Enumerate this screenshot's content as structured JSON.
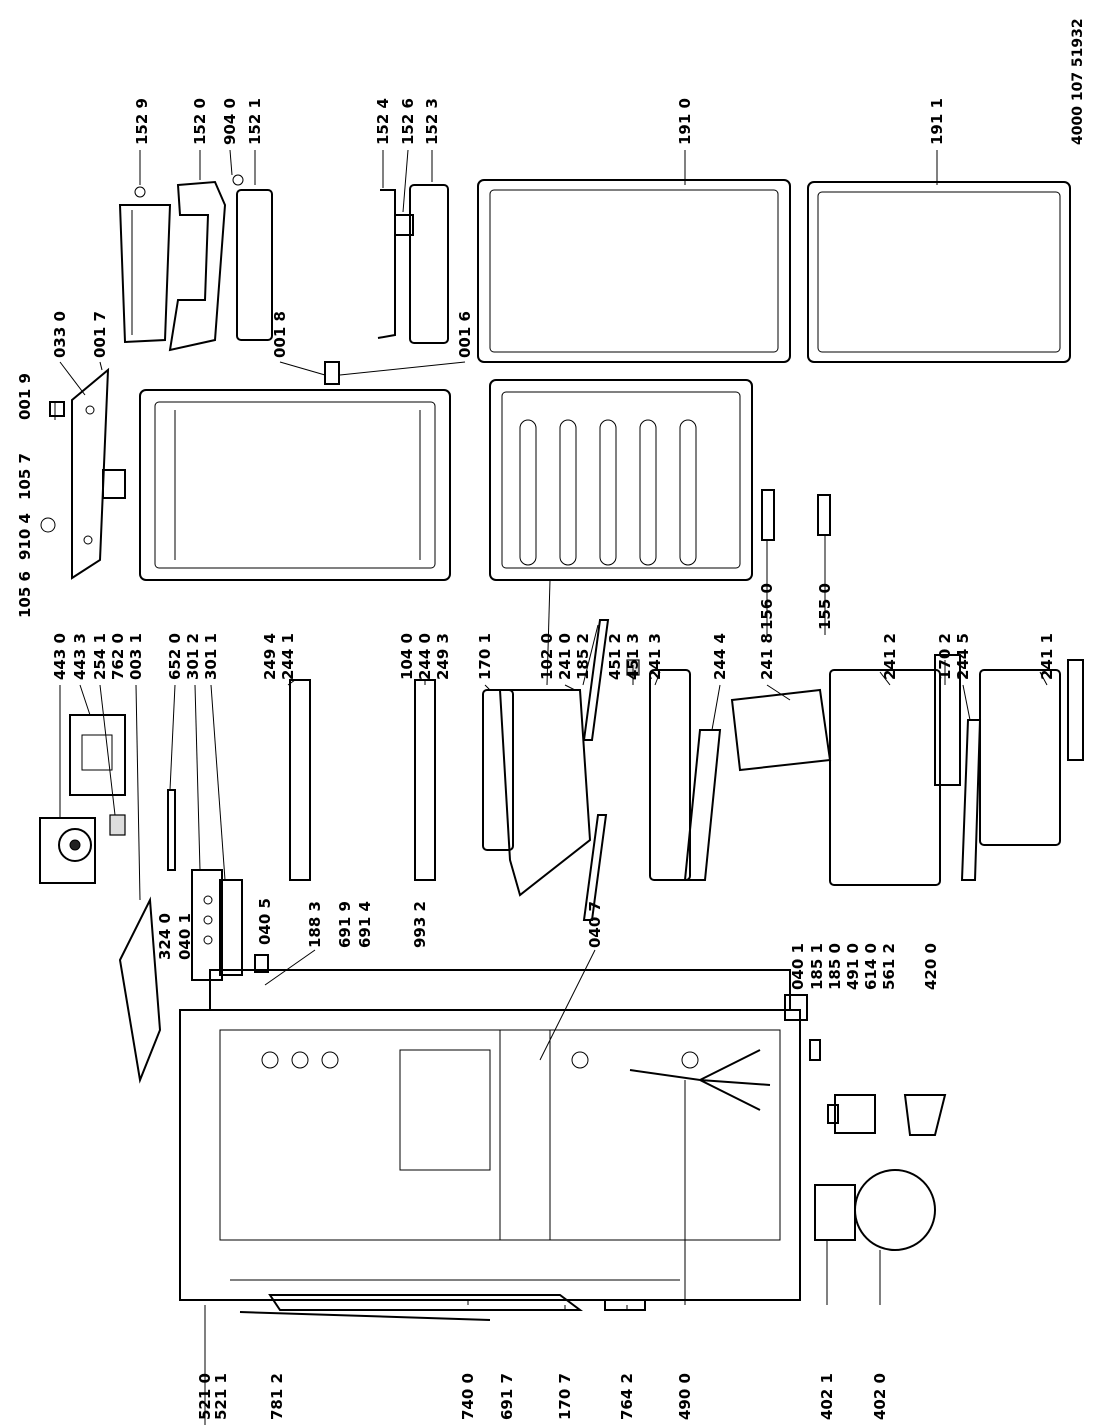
{
  "reference": "4000 107 51932",
  "labels": {
    "l1529": "152 9",
    "l1520": "152 0",
    "l9040": "904 0",
    "l1521": "152 1",
    "l1524": "152 4",
    "l1526": "152 6",
    "l1523": "152 3",
    "l1910": "191 0",
    "l1911": "191 1",
    "l0330": "033 0",
    "l0017": "001 7",
    "l0019": "001 9",
    "l1057": "105 7",
    "l9104": "910 4",
    "l1056": "105 6",
    "l0018": "001 8",
    "l0016": "001 6",
    "l4430": "443 0",
    "l4433": "443 3",
    "l2541": "254 1",
    "l7620": "762 0",
    "l0031": "003 1",
    "l6520": "652 0",
    "l3012": "301 2",
    "l3011": "301 1",
    "l2494": "249 4",
    "l2441": "244 1",
    "l1040": "104 0",
    "l2440": "244 0",
    "l2493": "249 3",
    "l1701": "170 1",
    "l1020": "102 0",
    "l2410": "241 0",
    "l1852": "185 2",
    "l4512": "451 2",
    "l4513": "451 3",
    "l2413": "241 3",
    "l2444": "244 4",
    "l2418": "241 8",
    "l1560": "156 0",
    "l1550": "155 0",
    "l3240": "324 0",
    "l0401a": "040 1",
    "l0405": "040 5",
    "l1883": "188 3",
    "l6919": "691 9",
    "l6914": "691 4",
    "l9932": "993 2",
    "l0407": "040 7",
    "l2412": "241 2",
    "l1702": "170 2",
    "l2445": "244 5",
    "l2411": "241 1",
    "l0401b": "040 1",
    "l1851": "185 1",
    "l1850": "185 0",
    "l4910": "491 0",
    "l6140": "614 0",
    "l5612": "561 2",
    "l4200": "420 0",
    "l5210": "521 0",
    "l5211": "521 1",
    "l7812": "781 2",
    "l7400": "740 0",
    "l6917": "691 7",
    "l1707": "170 7",
    "l7642": "764 2",
    "l4900": "490 0",
    "l4021": "402 1",
    "l4020": "402 0"
  }
}
